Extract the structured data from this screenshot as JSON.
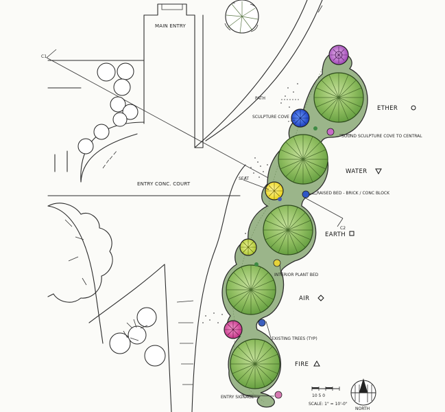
{
  "labels": {
    "main_entry": "MAIN ENTRY",
    "path": "PATH",
    "sculpture_cove": "SCULPTURE COVE",
    "sound_sculpture": "SOUND SCULPTURE COVE TO CENTRAL",
    "ether": "ETHER",
    "water": "WATER",
    "raised_bed": "RAISED BED - BRICK / CONC BLOCK",
    "entry_court": "ENTRY CONC. COURT",
    "seat": "SEAT",
    "earth": "EARTH",
    "interior_plant_bed": "INTERIOR PLANT BED",
    "air": "AIR",
    "existing_trees": "EXISTING TREES (TYP)",
    "fire": "FIRE",
    "entry_signage": "ENTRY SIGNAGE",
    "section_c1": "C1",
    "section_c2": "C2",
    "north": "NORTH",
    "scale_numbers": "10  5  0",
    "scale_text": "SCALE: 1\" = 10'-0\""
  },
  "colors": {
    "canopy_fill": "#88b85c",
    "canopy_light": "#b9d98e",
    "bed_fill": "#9bb58a",
    "sculpture_purple": "#a94fb0",
    "sculpture_blue": "#1f4fd1",
    "sculpture_yellow": "#f2e22a",
    "sculpture_yellowgreen": "#c7d93a",
    "sculpture_magenta": "#d03c8f",
    "ink": "#2a2a2a"
  },
  "symbols": {
    "ether": "circle",
    "water": "inverted-triangle",
    "earth": "square",
    "air": "diamond",
    "fire": "triangle"
  }
}
